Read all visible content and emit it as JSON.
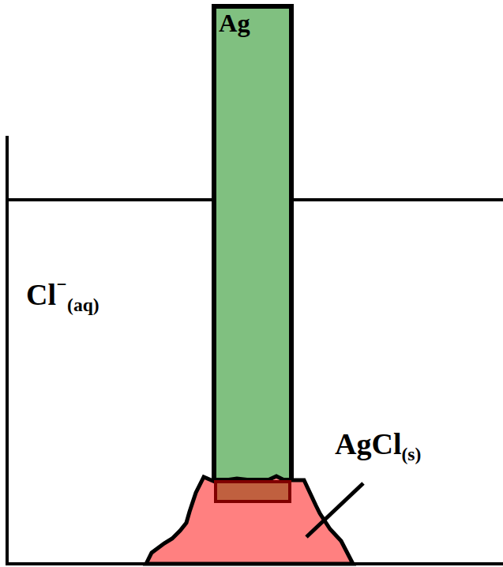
{
  "diagram": {
    "nodes": [
      {
        "text": [
          "Ag"
        ]
      }
    ],
    "labels": [
      "Cl⁻(aq)",
      "AgCl(s)"
    ]
  }
}
